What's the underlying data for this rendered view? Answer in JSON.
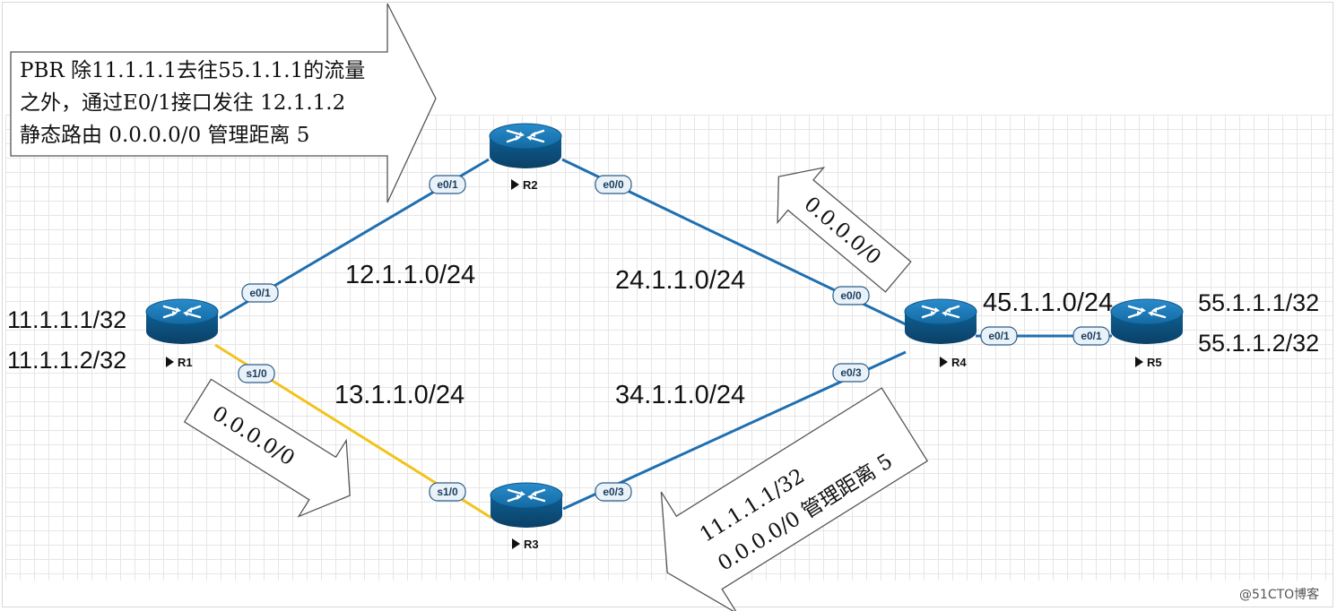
{
  "routers": [
    {
      "id": "R1",
      "label": "R1"
    },
    {
      "id": "R2",
      "label": "R2"
    },
    {
      "id": "R3",
      "label": "R3"
    },
    {
      "id": "R4",
      "label": "R4"
    },
    {
      "id": "R5",
      "label": "R5"
    }
  ],
  "interfaces": {
    "r1_e01": "e0/1",
    "r1_s10": "s1/0",
    "r2_e01": "e0/1",
    "r2_e00": "e0/0",
    "r3_s10": "s1/0",
    "r3_e03": "e0/3",
    "r4_e00": "e0/0",
    "r4_e03": "e0/3",
    "r4_e01": "e0/1",
    "r5_e01": "e0/1"
  },
  "networks": {
    "r1_r2": "12.1.1.0/24",
    "r2_r4": "24.1.1.0/24",
    "r1_r3": "13.1.1.0/24",
    "r3_r4": "34.1.1.0/24",
    "r4_r5": "45.1.1.0/24"
  },
  "hosts": {
    "r1_loop1": "11.1.1.1/32",
    "r1_loop2": "11.1.1.2/32",
    "r5_loop1": "55.1.1.1/32",
    "r5_loop2": "55.1.1.2/32"
  },
  "callouts": {
    "pbr_line1": "PBR 除11.1.1.1去往55.1.1.1的流量",
    "pbr_line2": "之外，通过E0/1接口发往 12.1.1.2",
    "pbr_line3": "静态路由 0.0.0.0/0 管理距离 5",
    "r4_default": "0.0.0.0/0",
    "r1_default": "0.0.0.0/0",
    "r4_static_line1": "11.1.1.1/32",
    "r4_static_line2": "0.0.0.0/0 管理距离 5"
  },
  "colors": {
    "ethernet_link": "#1f6fb0",
    "serial_link": "#f2c31a",
    "router_body": "#0e5a8a",
    "router_top": "#1c7ab8"
  },
  "watermark": "@51CTO博客"
}
